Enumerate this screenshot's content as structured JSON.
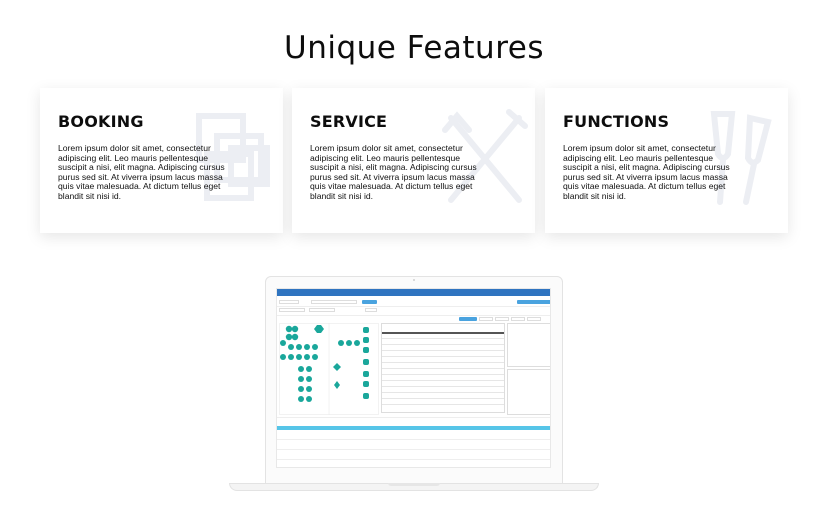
{
  "section": {
    "title": "Unique Features"
  },
  "cards": [
    {
      "heading": "BOOKING",
      "body": "Lorem ipsum dolor sit amet, consectetur adipiscing elit. Leo mauris pellentesque suscipit a nisi, elit magna. Adipiscing cursus purus sed sit. At viverra ipsum lacus massa quis vitae malesuada. At dictum tellus eget blandit sit nisi id.",
      "icon": "squares-icon"
    },
    {
      "heading": "SERVICE",
      "body": "Lorem ipsum dolor sit amet, consectetur adipiscing elit. Leo mauris pellentesque suscipit a nisi, elit magna. Adipiscing cursus purus sed sit. At viverra ipsum lacus massa quis vitae malesuada. At dictum tellus eget blandit sit nisi id.",
      "icon": "fork-knife-icon"
    },
    {
      "heading": "FUNCTIONS",
      "body": "Lorem ipsum dolor sit amet, consectetur adipiscing elit. Leo mauris pellentesque suscipit a nisi, elit magna. Adipiscing cursus purus sed sit. At viverra ipsum lacus massa quis vitae malesuada. At dictum tellus eget blandit sit nisi id.",
      "icon": "wine-glasses-icon"
    }
  ],
  "colors": {
    "app_header": "#2f74c0",
    "accent_button": "#4aa3df",
    "table_marker": "#1aa79b",
    "band": "#56c5e8"
  }
}
